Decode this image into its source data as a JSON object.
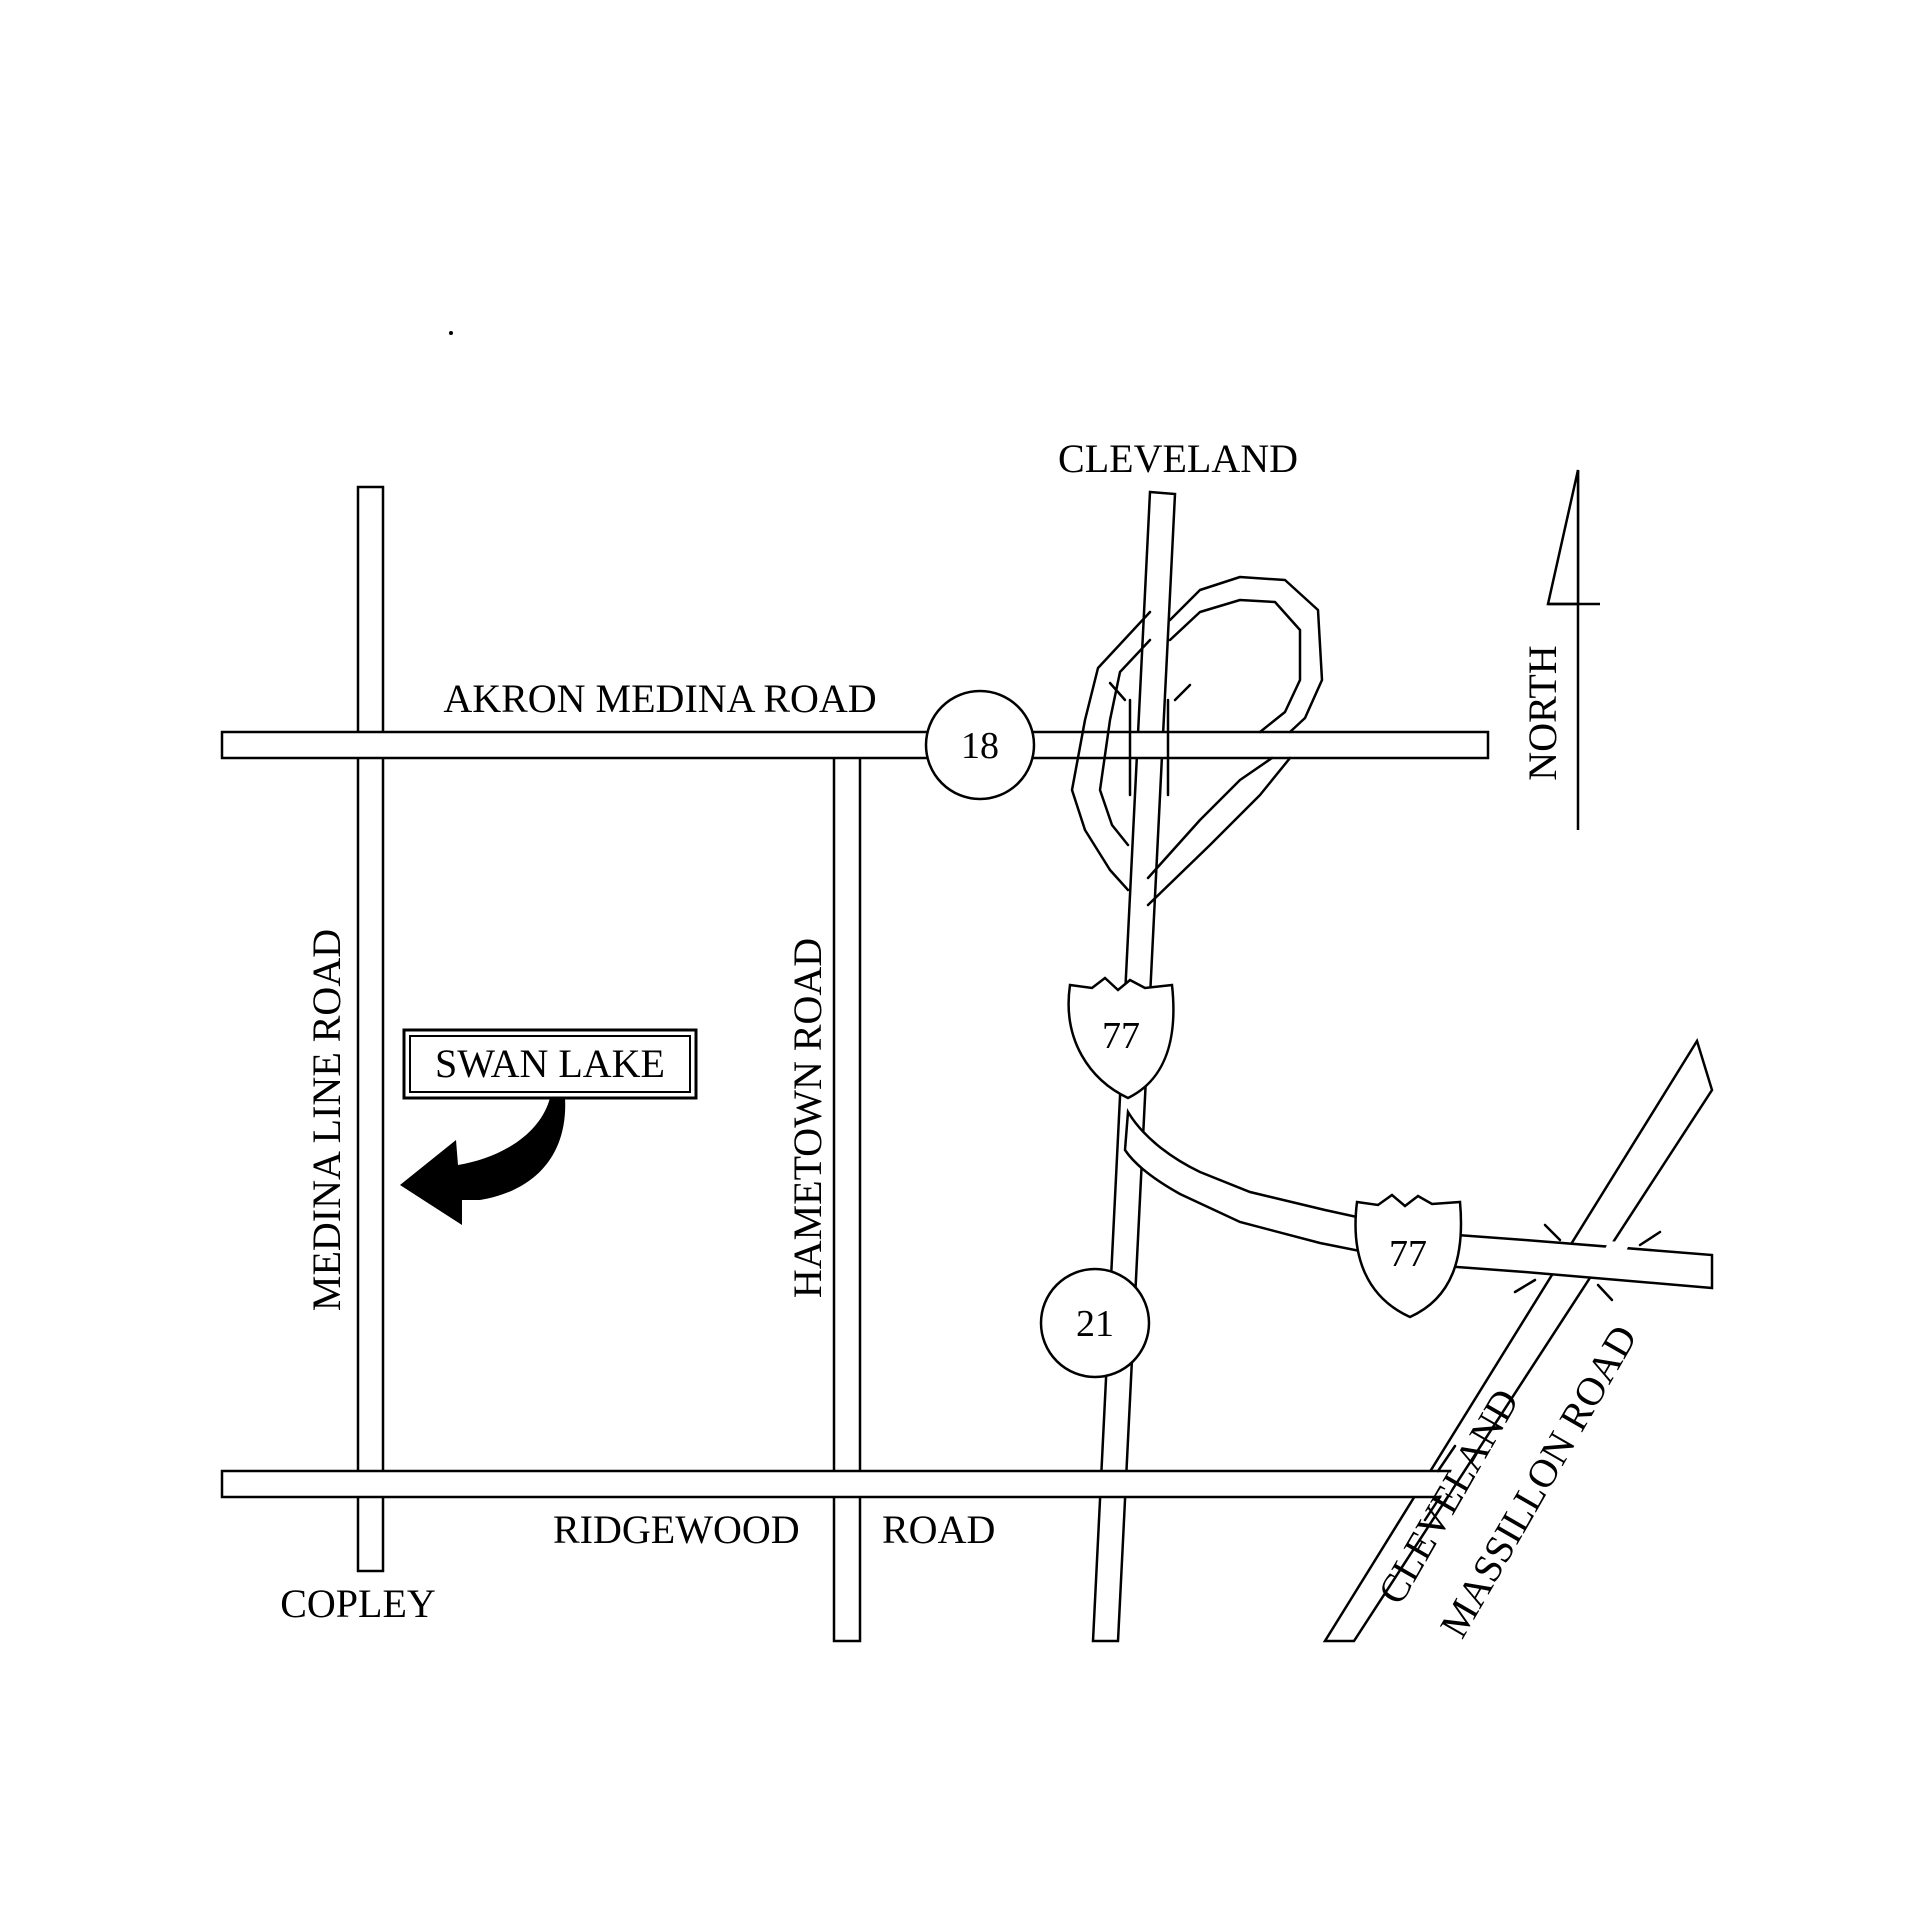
{
  "labels": {
    "cleveland": "CLEVELAND",
    "akron_medina": "AKRON MEDINA ROAD",
    "north": "NORTH",
    "swan_lake": "SWAN LAKE",
    "hametown": "HAMETOWN ROAD",
    "medina_line": "MEDINA LINE ROAD",
    "ridgewood": "RIDGEWOOD",
    "road": "ROAD",
    "copley": "COPLEY",
    "cleveland_massillon_1": "CLEVELAND",
    "cleveland_massillon_2": "MASSILLON ROAD"
  },
  "route_markers": {
    "sr18": "18",
    "i77_north": "77",
    "i77_east": "77",
    "us21": "21"
  }
}
